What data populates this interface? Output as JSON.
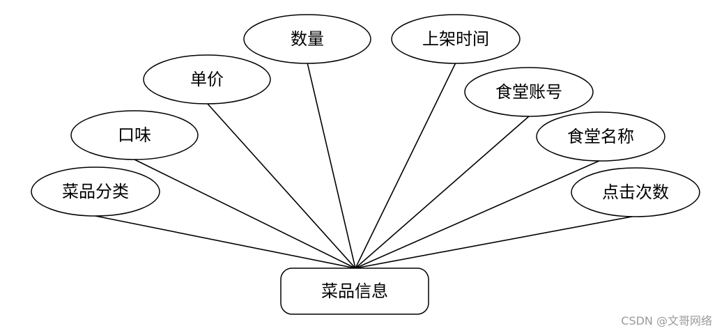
{
  "diagram": {
    "entity": "菜品信息",
    "attributes": [
      "菜品分类",
      "口味",
      "单价",
      "数量",
      "上架时间",
      "食堂账号",
      "食堂名称",
      "点击次数"
    ]
  },
  "watermark": "CSDN @文哥网络"
}
